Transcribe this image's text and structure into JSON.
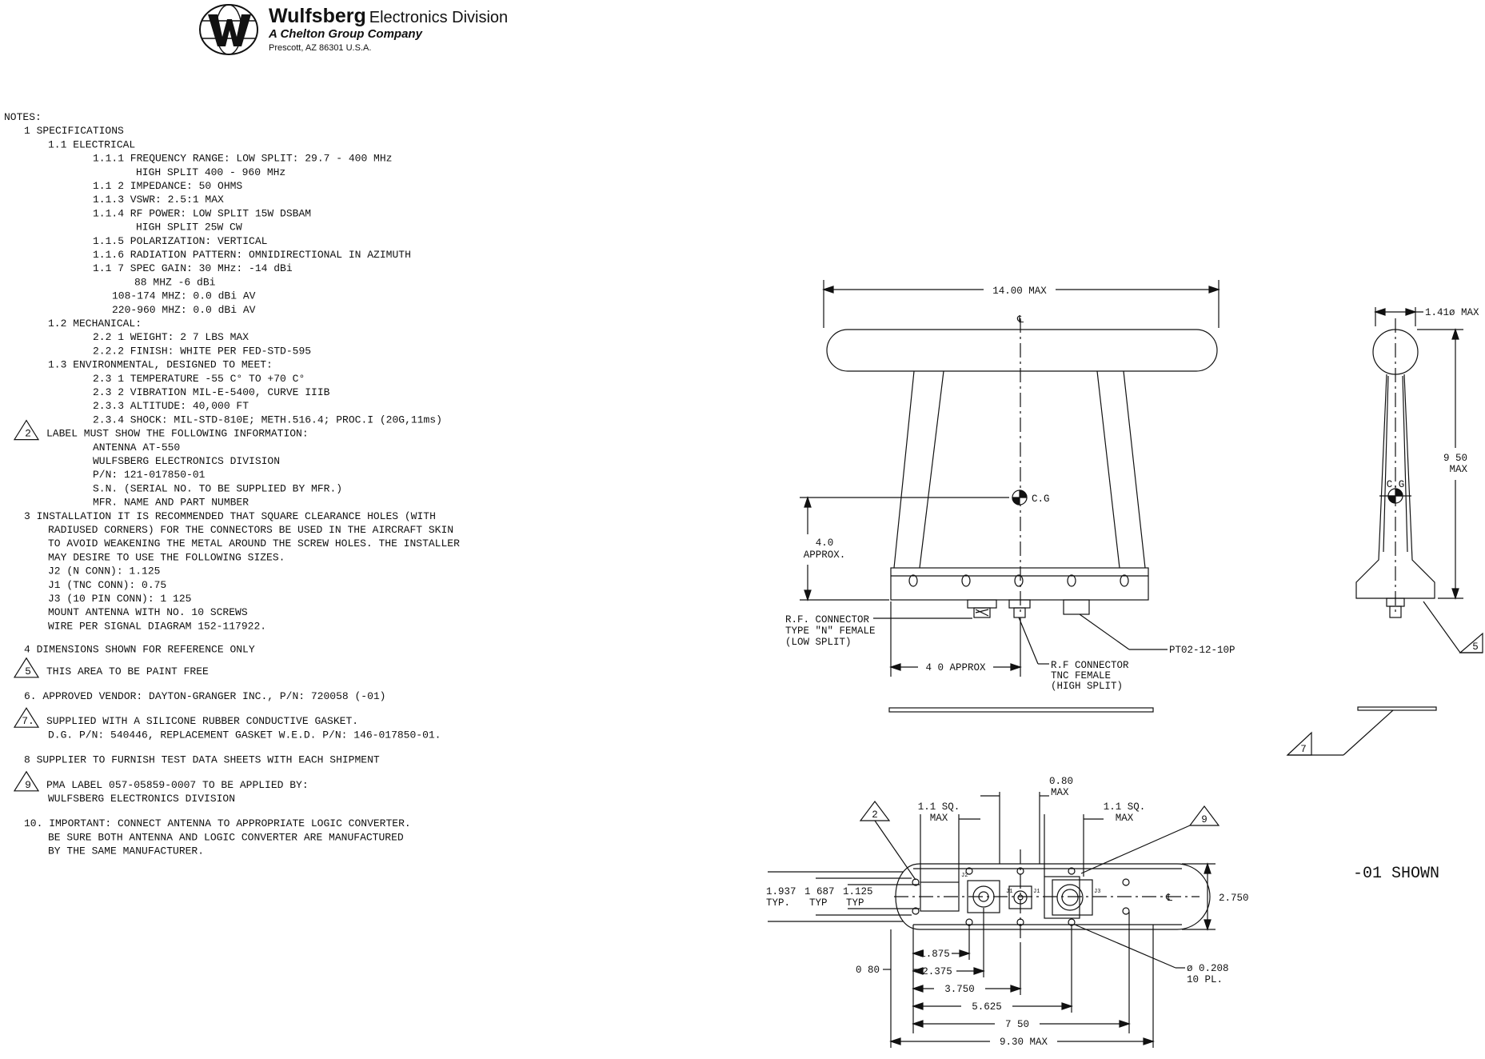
{
  "header": {
    "company": "Wulfsberg",
    "division": "Electronics Division",
    "tagline": "A Chelton Group Company",
    "address": "Prescott, AZ  86301  U.S.A."
  },
  "notes": [
    {
      "indent": 0,
      "text": "NOTES:"
    },
    {
      "indent": 1,
      "text": "1    SPECIFICATIONS"
    },
    {
      "indent": 2,
      "text": "1.1 ELECTRICAL"
    },
    {
      "indent": 3,
      "text": "1.1.1 FREQUENCY RANGE:  LOW SPLIT:  29.7 - 400 MHz"
    },
    {
      "indent": 6,
      "text": "HIGH SPLIT   400 - 960 MHz"
    },
    {
      "indent": 3,
      "text": "1.1 2 IMPEDANCE:          50 OHMS"
    },
    {
      "indent": 3,
      "text": "1.1.3 VSWR:               2.5:1 MAX"
    },
    {
      "indent": 3,
      "text": "1.1.4 RF POWER:           LOW SPLIT   15W DSBAM"
    },
    {
      "indent": 6,
      "text": "HIGH SPLIT 25W CW"
    },
    {
      "indent": 3,
      "text": "1.1.5 POLARIZATION:      VERTICAL"
    },
    {
      "indent": 3,
      "text": "1.1.6 RADIATION PATTERN: OMNIDIRECTIONAL IN AZIMUTH"
    },
    {
      "indent": 3,
      "text": "1.1 7 SPEC  GAIN:          30 MHz:  -14 dBi"
    },
    {
      "indent": 5,
      "text": "88 MHZ   -6 dBi"
    },
    {
      "indent": 4,
      "text": "108-174 MHZ:  0.0 dBi AV"
    },
    {
      "indent": 4,
      "text": "220-960 MHZ:  0.0 dBi AV"
    },
    {
      "indent": 2,
      "text": "1.2 MECHANICAL:"
    },
    {
      "indent": 3,
      "text": "2.2 1 WEIGHT:              2 7 LBS MAX"
    },
    {
      "indent": 3,
      "text": "2.2.2 FINISH:             WHITE PER FED-STD-595"
    },
    {
      "indent": 2,
      "text": "1.3 ENVIRONMENTAL, DESIGNED TO MEET:"
    },
    {
      "indent": 3,
      "text": "2.3 1 TEMPERATURE  -55 C° TO +70 C°"
    },
    {
      "indent": 3,
      "text": "2.3 2 VIBRATION  MIL-E-5400, CURVE     IIIB"
    },
    {
      "indent": 3,
      "text": "2.3.3 ALTITUDE: 40,000 FT"
    },
    {
      "indent": 3,
      "text": "2.3.4 SHOCK: MIL-STD-810E; METH.516.4; PROC.I (20G,11ms)"
    },
    {
      "indent": 1,
      "text": "LABEL MUST SHOW THE FOLLOWING INFORMATION:",
      "flag": "2"
    },
    {
      "indent": 3,
      "text": "ANTENNA  AT-550"
    },
    {
      "indent": 3,
      "text": "WULFSBERG ELECTRONICS DIVISION"
    },
    {
      "indent": 3,
      "text": "P/N:  121-017850-01"
    },
    {
      "indent": 3,
      "text": "S.N.          (SERIAL NO. TO BE SUPPLIED BY MFR.)"
    },
    {
      "indent": 3,
      "text": "MFR. NAME AND PART NUMBER"
    },
    {
      "indent": 1,
      "text": "3    INSTALLATION  IT IS RECOMMENDED THAT SQUARE CLEARANCE HOLES (WITH"
    },
    {
      "indent": 2,
      "text": "RADIUSED CORNERS) FOR THE CONNECTORS BE USED IN THE AIRCRAFT SKIN"
    },
    {
      "indent": 2,
      "text": "TO AVOID WEAKENING THE METAL AROUND THE SCREW HOLES.  THE INSTALLER"
    },
    {
      "indent": 2,
      "text": "MAY DESIRE TO USE THE FOLLOWING SIZES."
    },
    {
      "indent": 2,
      "text": "J2        (N CONN):  1.125"
    },
    {
      "indent": 2,
      "text": "J1      (TNC CONN):  0.75"
    },
    {
      "indent": 2,
      "text": "J3 (10 PIN CONN):  1 125"
    },
    {
      "indent": 2,
      "text": "MOUNT ANTENNA WITH NO. 10 SCREWS"
    },
    {
      "indent": 2,
      "text": "WIRE PER SIGNAL DIAGRAM 152-117922."
    },
    {
      "indent": 1,
      "text": "4    DIMENSIONS SHOWN FOR REFERENCE ONLY"
    },
    {
      "indent": 1,
      "text": "THIS AREA TO BE PAINT FREE",
      "flag": "5"
    },
    {
      "indent": 1,
      "text": "6.  APPROVED VENDOR: DAYTON-GRANGER INC., P/N: 720058 (-01)"
    },
    {
      "indent": 1,
      "text": "SUPPLIED WITH A SILICONE RUBBER CONDUCTIVE GASKET.",
      "flag": "7."
    },
    {
      "indent": 2,
      "text": "D.G. P/N: 540446,   REPLACEMENT GASKET W.E.D. P/N: 146-017850-01."
    },
    {
      "indent": 1,
      "text": "8    SUPPLIER TO FURNISH TEST DATA SHEETS WITH EACH SHIPMENT"
    },
    {
      "indent": 1,
      "text": "PMA LABEL 057-05859-0007 TO BE APPLIED BY:",
      "flag": "9"
    },
    {
      "indent": 2,
      "text": "WULFSBERG ELECTRONICS DIVISION"
    },
    {
      "indent": 1,
      "text": "10. IMPORTANT:  CONNECT ANTENNA TO APPROPRIATE LOGIC CONVERTER."
    },
    {
      "indent": 2,
      "text": "BE SURE BOTH ANTENNA AND LOGIC CONVERTER ARE MANUFACTURED"
    },
    {
      "indent": 2,
      "text": "BY THE SAME MANUFACTURER."
    }
  ],
  "front_view": {
    "width_dim": "14.00 MAX",
    "cg_label": "C.G",
    "cg_height_dim": [
      "4.0",
      "APPROX."
    ],
    "offset_dim": "4 0  APPROX",
    "rf_n_label": [
      "R.F. CONNECTOR",
      "TYPE \"N\" FEMALE",
      "(LOW SPLIT)"
    ],
    "rf_tnc_label": [
      "R.F  CONNECTOR",
      "TNC FEMALE",
      "(HIGH SPLIT)"
    ],
    "pt_label": "PT02-12-10P",
    "centerline": "℄"
  },
  "side_view": {
    "dia_dim": "1.41ø MAX",
    "height_dim": [
      "9 50",
      "MAX"
    ],
    "cg_label": "C.G",
    "flag5": "5",
    "flag7": "7"
  },
  "bottom_view": {
    "j2_sq": [
      "1.1 SQ.",
      "MAX"
    ],
    "j3_sq": [
      "1.1 SQ.",
      "MAX"
    ],
    "d080_top": [
      "0.80",
      "MAX"
    ],
    "left_dims": [
      "1.937",
      "TYP.",
      "1 687",
      "TYP",
      "1.125",
      "TYP"
    ],
    "height": "2.750",
    "hole_note": [
      "ø 0.208",
      "10 PL."
    ],
    "d_0_80": "0 80",
    "d1875": "1.875",
    "d2375": "2.375",
    "d3750": "3.750",
    "d5625": "5.625",
    "d750": "7 50",
    "d930": "9.30 MAX",
    "flag2": "2",
    "flag9": "9",
    "centerline": "℄",
    "j1": "J1",
    "j2": "J2",
    "j3": "J3"
  },
  "view_note": "-01 SHOWN"
}
